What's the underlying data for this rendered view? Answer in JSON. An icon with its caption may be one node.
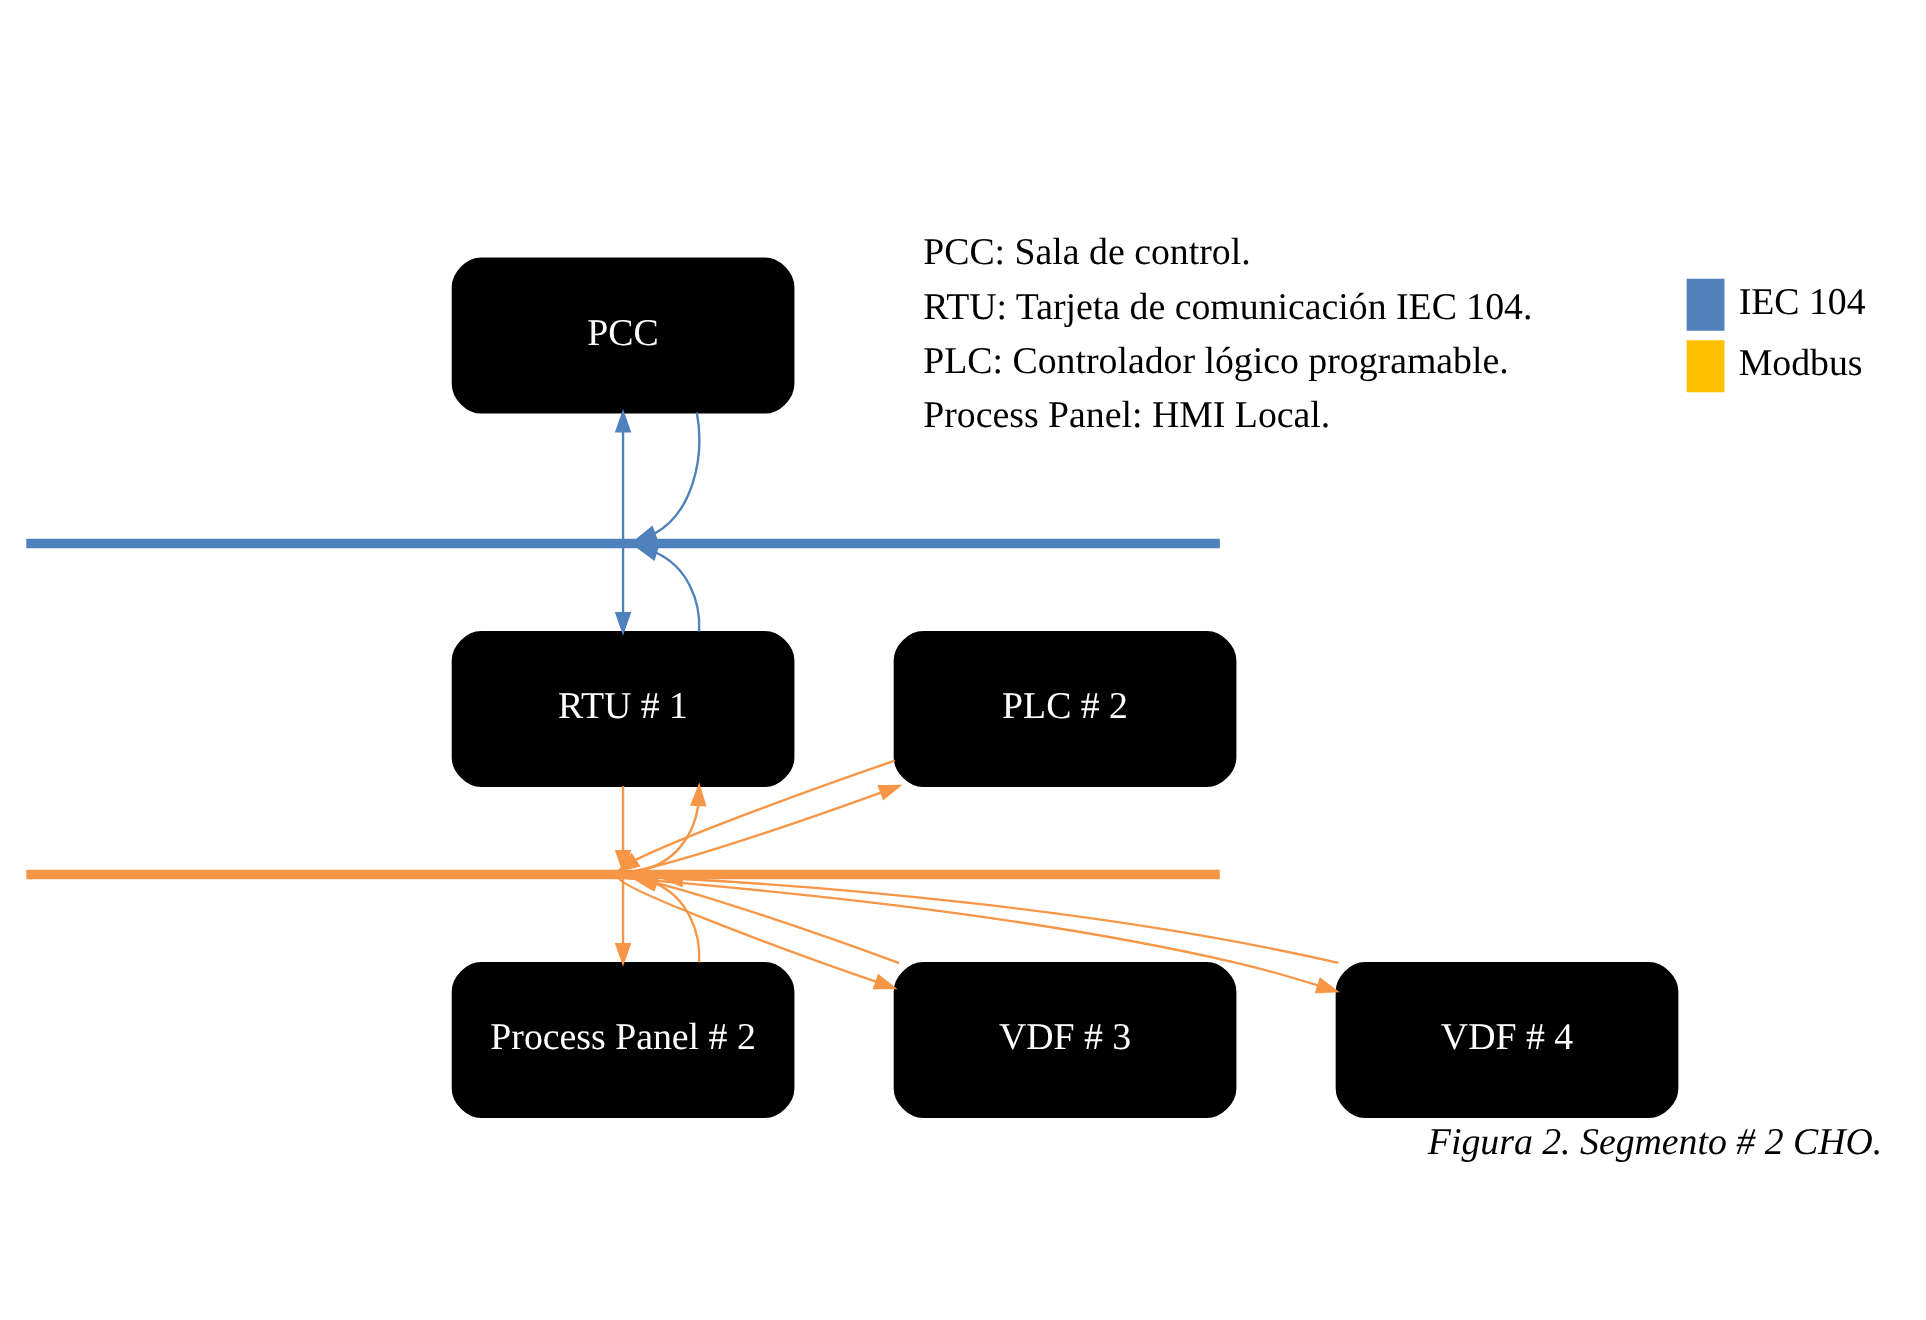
{
  "diagram": {
    "caption": "Figura 2. Segmento # 2 CHO.",
    "nodes": [
      {
        "text": [
          "PCC"
        ]
      },
      {
        "text": [],
        "shape": "bar"
      },
      {
        "text": [
          "RTU # 1"
        ]
      },
      {
        "text": [
          "PLC # 2"
        ]
      },
      {
        "text": [],
        "shape": "bar"
      },
      {
        "text": [
          "Process Panel # 2"
        ]
      },
      {
        "text": [
          "VDF # 3"
        ]
      },
      {
        "text": [
          "VDF # 4"
        ]
      }
    ],
    "edges": [
      {
        "from": 1,
        "to": 0,
        "arrow": "to",
        "color": "#4f81bd"
      },
      {
        "from": 0,
        "to": 1,
        "arrow": "to",
        "color": "#4f81bd"
      },
      {
        "from": 1,
        "to": 2,
        "arrow": "to",
        "color": "#4f81bd"
      },
      {
        "from": 2,
        "to": 1,
        "arrow": "to",
        "color": "#4f81bd"
      },
      {
        "from": 2,
        "to": 4,
        "arrow": "to",
        "color": "#f79646"
      },
      {
        "from": 4,
        "to": 2,
        "arrow": "to",
        "color": "#f79646"
      },
      {
        "from": 3,
        "to": 4,
        "arrow": "to",
        "color": "#f79646"
      },
      {
        "from": 4,
        "to": 3,
        "arrow": "to",
        "color": "#f79646"
      },
      {
        "from": 4,
        "to": 5,
        "arrow": "to",
        "color": "#f79646"
      },
      {
        "from": 5,
        "to": 4,
        "arrow": "to",
        "color": "#f79646"
      },
      {
        "from": 4,
        "to": 6,
        "arrow": "to",
        "color": "#f79646"
      },
      {
        "from": 6,
        "to": 4,
        "arrow": "to",
        "color": "#f79646"
      },
      {
        "from": 7,
        "to": 4,
        "arrow": "to",
        "color": "#f79646"
      },
      {
        "from": 4,
        "to": 7,
        "arrow": "to",
        "color": "#f79646"
      }
    ],
    "labels": [
      "PCC: Sala de control.",
      "RTU: Tarjeta de comunicación IEC 104.",
      "PLC: Controlador lógico programable.",
      "Process Panel: HMI Local."
    ],
    "legend": [
      {
        "text": "IEC 104",
        "color": "#4f81bd"
      },
      {
        "text": "Modbus",
        "color": "#ffc000"
      }
    ]
  }
}
